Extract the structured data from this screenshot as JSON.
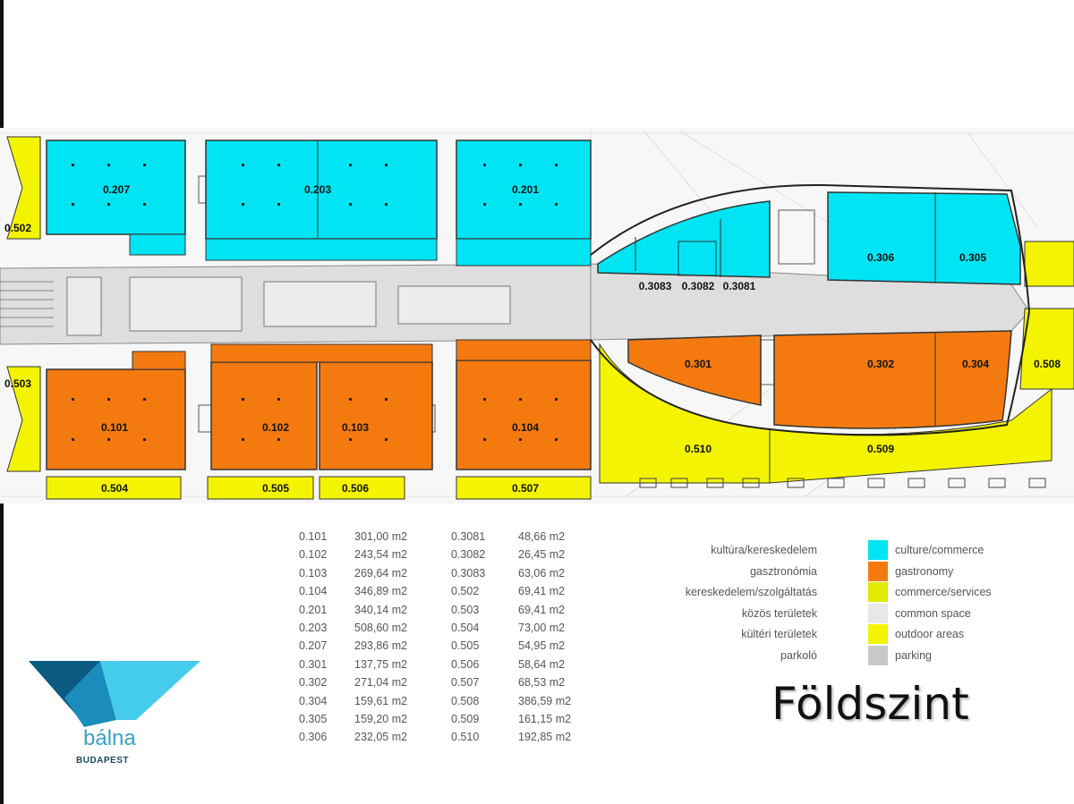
{
  "units": [
    {
      "id": "0.207",
      "category": "culture"
    },
    {
      "id": "0.203",
      "category": "culture"
    },
    {
      "id": "0.201",
      "category": "culture"
    },
    {
      "id": "0.306",
      "category": "culture"
    },
    {
      "id": "0.305",
      "category": "culture"
    },
    {
      "id": "0.3083",
      "category": "culture"
    },
    {
      "id": "0.3082",
      "category": "culture"
    },
    {
      "id": "0.3081",
      "category": "culture"
    },
    {
      "id": "0.101",
      "category": "gastronomy"
    },
    {
      "id": "0.102",
      "category": "gastronomy"
    },
    {
      "id": "0.103",
      "category": "gastronomy"
    },
    {
      "id": "0.104",
      "category": "gastronomy"
    },
    {
      "id": "0.301",
      "category": "gastronomy"
    },
    {
      "id": "0.302",
      "category": "gastronomy"
    },
    {
      "id": "0.304",
      "category": "gastronomy"
    },
    {
      "id": "0.502",
      "category": "outdoor"
    },
    {
      "id": "0.503",
      "category": "outdoor"
    },
    {
      "id": "0.504",
      "category": "outdoor"
    },
    {
      "id": "0.505",
      "category": "outdoor"
    },
    {
      "id": "0.506",
      "category": "outdoor"
    },
    {
      "id": "0.507",
      "category": "outdoor"
    },
    {
      "id": "0.508",
      "category": "outdoor"
    },
    {
      "id": "0.509",
      "category": "outdoor"
    },
    {
      "id": "0.510",
      "category": "outdoor"
    }
  ],
  "areas_left": [
    {
      "id": "0.101",
      "area": "301,00 m2"
    },
    {
      "id": "0.102",
      "area": "243,54 m2"
    },
    {
      "id": "0.103",
      "area": "269,64 m2"
    },
    {
      "id": "0.104",
      "area": "346,89 m2"
    },
    {
      "id": "0.201",
      "area": "340,14 m2"
    },
    {
      "id": "0.203",
      "area": "508,60 m2"
    },
    {
      "id": "0.207",
      "area": "293,86 m2"
    },
    {
      "id": "0.301",
      "area": "137,75 m2"
    },
    {
      "id": "0.302",
      "area": "271,04 m2"
    },
    {
      "id": "0.304",
      "area": "159,61 m2"
    },
    {
      "id": "0.305",
      "area": "159,20 m2"
    },
    {
      "id": "0.306",
      "area": "232,05 m2"
    }
  ],
  "areas_right": [
    {
      "id": "0.3081",
      "area": "48,66 m2"
    },
    {
      "id": "0.3082",
      "area": "26,45 m2"
    },
    {
      "id": "0.3083",
      "area": "63,06 m2"
    },
    {
      "id": "0.502",
      "area": "69,41 m2"
    },
    {
      "id": "0.503",
      "area": "69,41 m2"
    },
    {
      "id": "0.504",
      "area": "73,00 m2"
    },
    {
      "id": "0.505",
      "area": "54,95 m2"
    },
    {
      "id": "0.506",
      "area": "58,64 m2"
    },
    {
      "id": "0.507",
      "area": "68,53 m2"
    },
    {
      "id": "0.508",
      "area": "386,59 m2"
    },
    {
      "id": "0.509",
      "area": "161,15 m2"
    },
    {
      "id": "0.510",
      "area": "192,85 m2"
    }
  ],
  "legend": [
    {
      "hu": "kultúra/kereskedelem",
      "en": "culture/commerce",
      "color": "#00e4f4"
    },
    {
      "hu": "gasztronómia",
      "en": "gastronomy",
      "color": "#f47a10"
    },
    {
      "hu": "kereskedelem/szolgáltatás",
      "en": "commerce/services",
      "color": "#dfeb00"
    },
    {
      "hu": "közös területek",
      "en": "common space",
      "color": "#e8e8e8"
    },
    {
      "hu": "kültéri területek",
      "en": "outdoor areas",
      "color": "#f4f400"
    },
    {
      "hu": "parkoló",
      "en": "parking",
      "color": "#c9c9c9"
    }
  ],
  "colors": {
    "culture": "#00e4f4",
    "gastronomy": "#f47a10",
    "outdoor": "#f4f400",
    "common": "#e0e0e0",
    "logo_dark": "#0b5a80",
    "logo_mid": "#1b8dbd",
    "logo_light": "#45ccec"
  },
  "title": "Földszint",
  "logo": {
    "word": "bálna",
    "city": "BUDAPEST"
  }
}
